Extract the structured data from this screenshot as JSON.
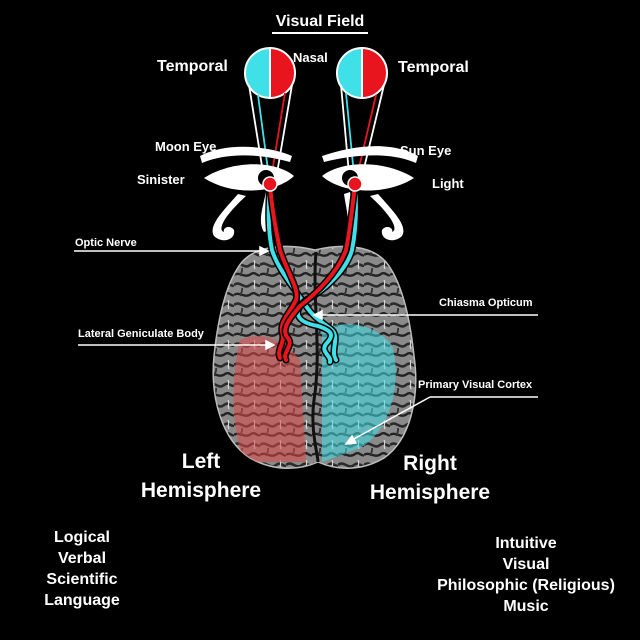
{
  "title": "Visual Field",
  "labels": {
    "nasal": "Nasal",
    "temporal_left": "Temporal",
    "temporal_right": "Temporal",
    "moon_eye": "Moon Eye",
    "sinister": "Sinister",
    "sun_eye": "Sun Eye",
    "light": "Light",
    "optic_nerve": "Optic Nerve",
    "chiasma_opticum": "Chiasma Opticum",
    "lateral_geniculate_body": "Lateral Geniculate Body",
    "primary_visual_cortex": "Primary Visual Cortex"
  },
  "hemispheres": {
    "left": {
      "line1": "Left",
      "line2": "Hemisphere"
    },
    "right": {
      "line1": "Right",
      "line2": "Hemisphere"
    }
  },
  "traits": {
    "left": [
      "Logical",
      "Verbal",
      "Scientific",
      "Language"
    ],
    "right": [
      "Intuitive",
      "Visual",
      "Philosophic (Religious)",
      "Music"
    ]
  },
  "colors": {
    "background": "#000000",
    "cyan": "#3fe0e8",
    "red": "#e8141e",
    "text": "#ffffff"
  }
}
